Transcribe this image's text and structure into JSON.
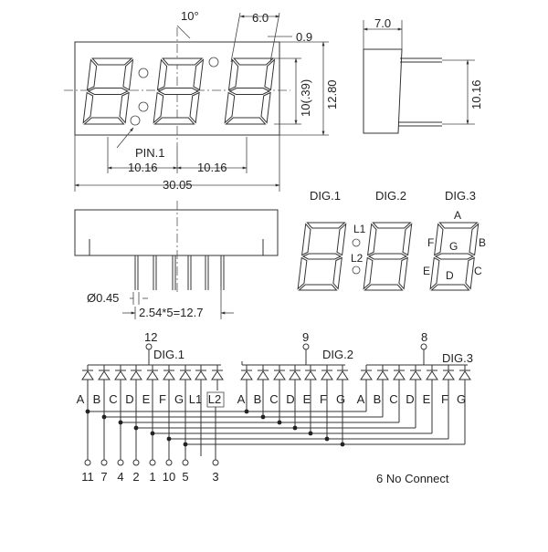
{
  "front_view": {
    "angle_label": "10°",
    "digit_width_label": "6.0",
    "segment_width_label": "0.9",
    "height_inner_label": "10(.39)",
    "height_outer_label": "12.80",
    "pin1_label": "PIN.1",
    "pitch_left_label": "10.16",
    "pitch_right_label": "10.16",
    "total_width_label": "30.05"
  },
  "side_view": {
    "depth_label": "7.0",
    "pin_span_label": "10.16"
  },
  "bottom_view": {
    "pin_diameter_label": "Ø0.45",
    "pin_pitch_label": "2.54*5=12.7"
  },
  "segment_map": {
    "digit1_label": "DIG.1",
    "digit2_label": "DIG.2",
    "digit3_label": "DIG.3",
    "l1_label": "L1",
    "l2_label": "L2",
    "segments": {
      "a": "A",
      "b": "B",
      "c": "C",
      "d": "D",
      "e": "E",
      "f": "F",
      "g": "G"
    }
  },
  "schematic": {
    "dig1": {
      "pin": "12",
      "label": "DIG.1",
      "segments": [
        "A",
        "B",
        "C",
        "D",
        "E",
        "F",
        "G",
        "L1",
        "L2"
      ]
    },
    "dig2": {
      "pin": "9",
      "label": "DIG.2",
      "segments": [
        "A",
        "B",
        "C",
        "D",
        "E",
        "F",
        "G"
      ]
    },
    "dig3": {
      "pin": "8",
      "label": "DIG.3",
      "segments": [
        "A",
        "B",
        "C",
        "D",
        "E",
        "F",
        "G"
      ]
    },
    "bottom_pins": [
      "11",
      "7",
      "4",
      "2",
      "1",
      "10",
      "5",
      "3"
    ],
    "no_connect_label": "6 No Connect"
  }
}
